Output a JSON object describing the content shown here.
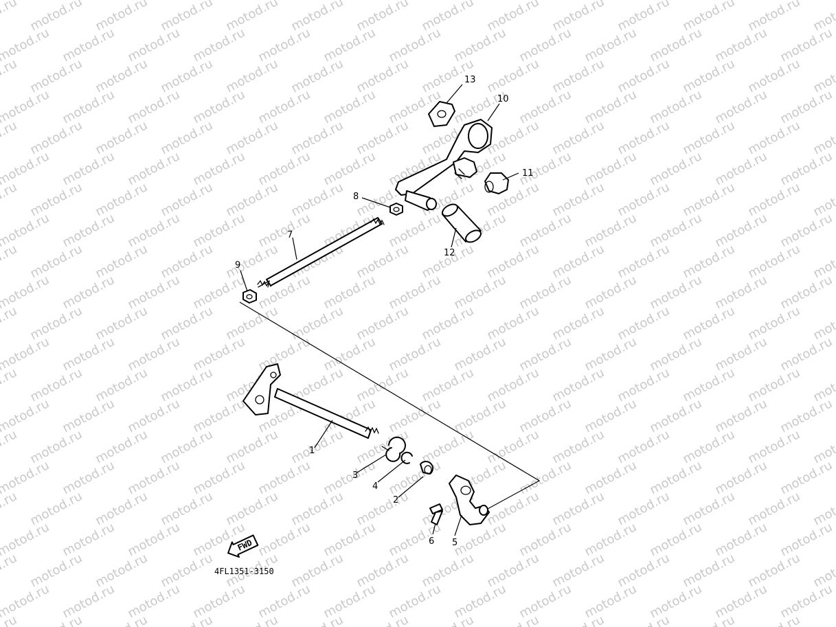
{
  "watermark": {
    "text": "motod.ru",
    "color": "#c9c9c9"
  },
  "diagram_code": "4FL1351-3150",
  "direction_badge": {
    "label": "FWD",
    "icon": "arrow-left-icon"
  },
  "callouts": [
    {
      "id": "1",
      "part": "shift-shaft"
    },
    {
      "id": "2",
      "part": "collar"
    },
    {
      "id": "3",
      "part": "torsion-spring"
    },
    {
      "id": "4",
      "part": "circlip"
    },
    {
      "id": "5",
      "part": "shift-arm"
    },
    {
      "id": "6",
      "part": "bolt"
    },
    {
      "id": "7",
      "part": "shift-rod"
    },
    {
      "id": "8",
      "part": "nut"
    },
    {
      "id": "9",
      "part": "nut"
    },
    {
      "id": "10",
      "part": "shift-pedal"
    },
    {
      "id": "11",
      "part": "rod-end-joint"
    },
    {
      "id": "12",
      "part": "pedal-rubber"
    },
    {
      "id": "13",
      "part": "washer"
    }
  ]
}
